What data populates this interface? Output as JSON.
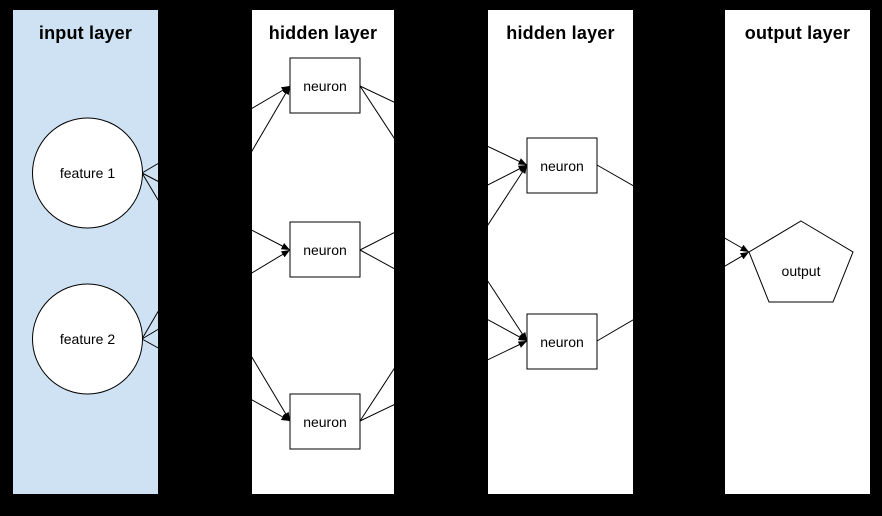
{
  "diagram": {
    "type": "neural-network-layer-diagram",
    "layers": [
      {
        "title": "input layer",
        "shape": "circle",
        "nodes": [
          {
            "label": "feature 1"
          },
          {
            "label": "feature 2"
          }
        ]
      },
      {
        "title": "hidden layer",
        "shape": "rectangle",
        "nodes": [
          {
            "label": "neuron"
          },
          {
            "label": "neuron"
          },
          {
            "label": "neuron"
          }
        ]
      },
      {
        "title": "hidden layer",
        "shape": "rectangle",
        "nodes": [
          {
            "label": "neuron"
          },
          {
            "label": "neuron"
          }
        ]
      },
      {
        "title": "output layer",
        "shape": "pentagon",
        "nodes": [
          {
            "label": "output"
          }
        ]
      }
    ],
    "connections": "fully connected between consecutive layers, arrows point toward the next layer",
    "colors": {
      "background": "#000000",
      "input_panel_fill": "#cfe2f3",
      "other_panel_fill": "#ffffff",
      "shape_fill": "#ffffff",
      "line_and_text": "#000000"
    }
  }
}
